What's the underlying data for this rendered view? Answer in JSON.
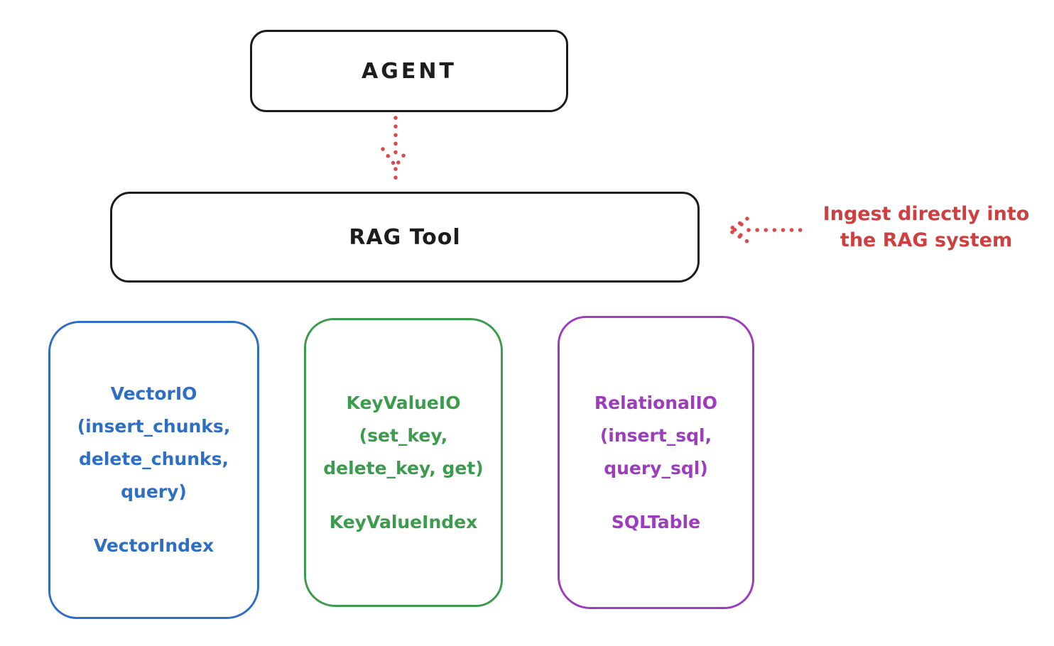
{
  "diagram": {
    "agent_box": {
      "label": "AGENT"
    },
    "rag_tool_box": {
      "label": "RAG Tool"
    },
    "annotation": {
      "line1": "Ingest directly into",
      "line2": "the RAG system"
    },
    "panels": [
      {
        "id": "vector-io",
        "lines": [
          "VectorIO",
          "(insert_chunks,",
          "delete_chunks,",
          "query)"
        ],
        "index_label": "VectorIndex",
        "color": "#2f6fc3"
      },
      {
        "id": "key-value-io",
        "lines": [
          "KeyValueIO",
          "(set_key,",
          "delete_key, get)"
        ],
        "index_label": "KeyValueIndex",
        "color": "#3d9b4e"
      },
      {
        "id": "relational-io",
        "lines": [
          "RelationalIO",
          "(insert_sql,",
          "query_sql)"
        ],
        "index_label": "SQLTable",
        "color": "#9d3dbd"
      }
    ],
    "colors": {
      "outline": "#1d1d1d",
      "accent_red": "#cf3f3f",
      "blue": "#2f6fc3",
      "green": "#3d9b4e",
      "purple": "#9d3dbd",
      "background": "#ffffff"
    }
  }
}
